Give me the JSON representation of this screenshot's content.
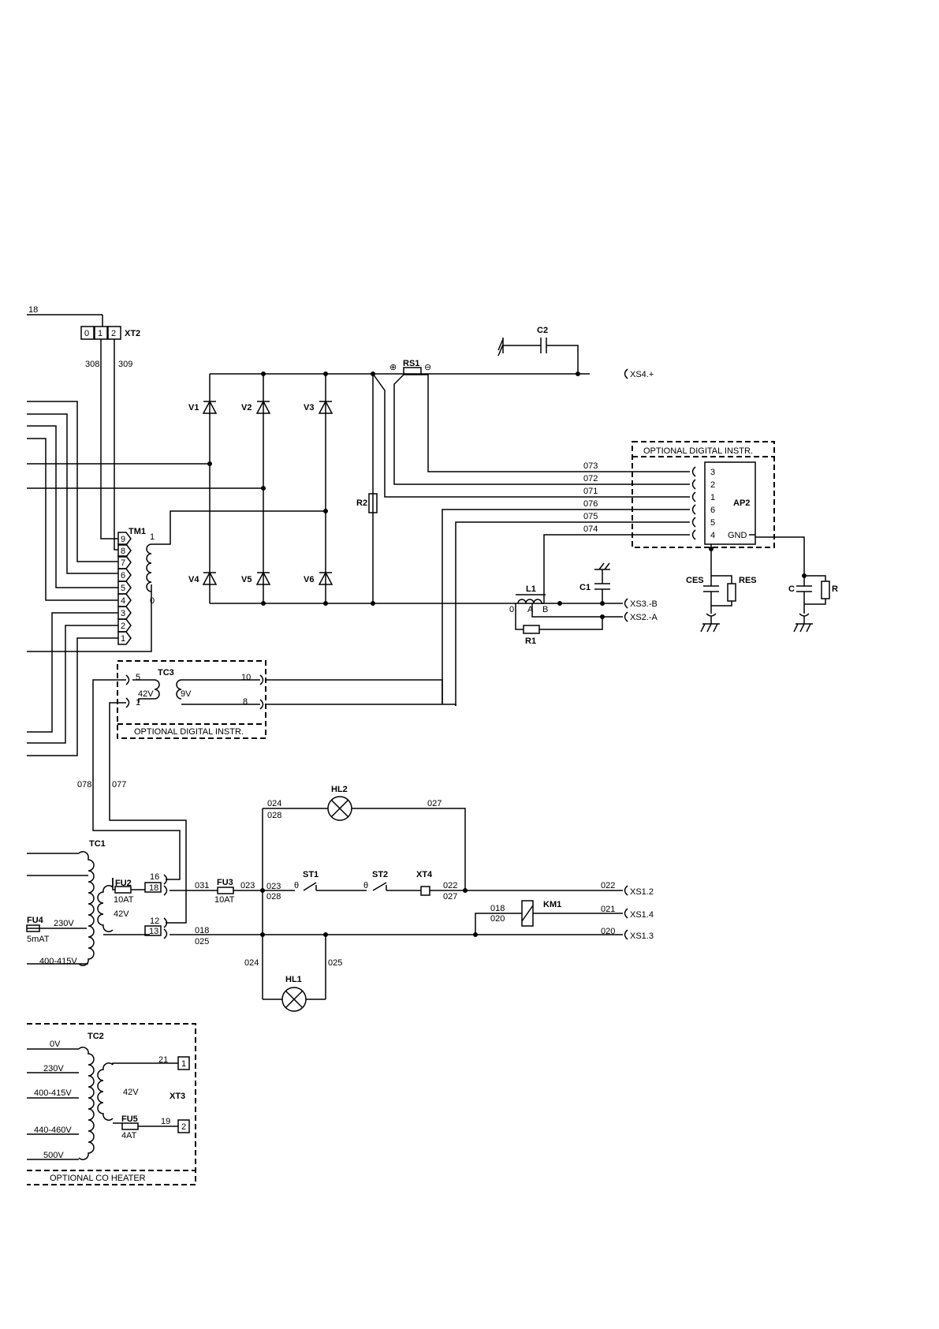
{
  "xt2": {
    "name": "XT2",
    "t0": "0",
    "t1": "1",
    "t2": "2",
    "w18": "18",
    "w308": "308",
    "w309": "309"
  },
  "diodes": [
    "V1",
    "V2",
    "V3",
    "V4",
    "V5",
    "V6"
  ],
  "tm1": {
    "name": "TM1",
    "p9": "9",
    "p8": "8",
    "p7": "7",
    "p6": "6",
    "p5": "5",
    "p4": "4",
    "p3": "3",
    "p2": "2",
    "p1": "1",
    "s1": "1",
    "s0": "0"
  },
  "rs1": {
    "name": "RS1",
    "plus": "⊕",
    "minus": "⊖"
  },
  "c2": "C2",
  "xs4": "XS4.+",
  "r2": "R2",
  "digital_box": {
    "title": "OPTIONAL DIGITAL INSTR.",
    "ap2": "AP2",
    "gnd": "GND",
    "pins": [
      "3",
      "2",
      "1",
      "6",
      "5",
      "4"
    ],
    "wires": [
      "073",
      "072",
      "071",
      "076",
      "075",
      "074"
    ]
  },
  "ces": "CES",
  "res": "RES",
  "c": "C",
  "r": "R",
  "l1": {
    "name": "L1",
    "n0": "0",
    "a": "A",
    "b": "B"
  },
  "c1": "C1",
  "r1": "R1",
  "xs3": "XS3.-B",
  "xs2": "XS2.-A",
  "tc3": {
    "name": "TC3",
    "p5": "5",
    "p1": "1",
    "v42": "42V",
    "v9": "9V",
    "p10": "10",
    "p8": "8",
    "title": "OPTIONAL DIGITAL INSTR."
  },
  "w078": "078",
  "w077": "077",
  "tc1": {
    "name": "TC1",
    "v42": "42V",
    "v230": "230V",
    "v400": "400-415V"
  },
  "fu2": {
    "name": "FU2",
    "rating": "10AT"
  },
  "fu3": {
    "name": "FU3",
    "rating": "10AT"
  },
  "fu4": {
    "name": "FU4",
    "rating": "5mAT"
  },
  "terms": {
    "t16": "16",
    "t18": "18",
    "t12": "12",
    "t13": "13"
  },
  "wires": {
    "w031": "031",
    "w023": "023",
    "w028": "028",
    "w018": "018",
    "w025": "025",
    "w024": "024",
    "w027": "027",
    "w022": "022",
    "w021": "021",
    "w020": "020",
    "w018b": "018",
    "w020b": "020"
  },
  "st1": "ST1",
  "st2": "ST2",
  "xt4": "XT4",
  "theta": "θ",
  "hl1": "HL1",
  "hl2": "HL2",
  "km1": "KM1",
  "xs1_2": "XS1.2",
  "xs1_4": "XS1.4",
  "xs1_3": "XS1.3",
  "tc2": {
    "name": "TC2",
    "v0": "0V",
    "v230": "230V",
    "v400": "400-415V",
    "v440": "440-460V",
    "v500": "500V",
    "v42": "42V",
    "title": "OPTIONAL CO HEATER"
  },
  "xt3": {
    "name": "XT3",
    "t1": "1",
    "t2": "2",
    "w21": "21",
    "w19": "19"
  },
  "fu5": {
    "name": "FU5",
    "rating": "4AT"
  }
}
